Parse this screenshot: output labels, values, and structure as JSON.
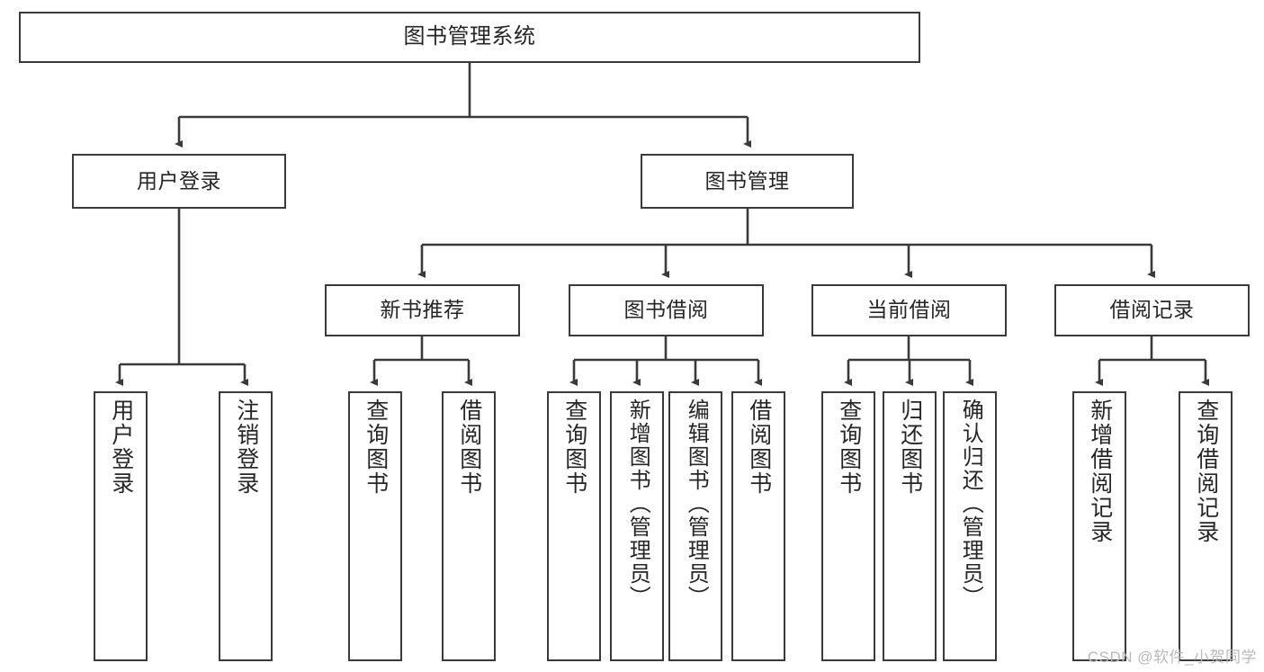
{
  "diagram": {
    "type": "tree-hierarchy",
    "title": "图书管理系统",
    "orientation": "top-down",
    "colors": {
      "box_border": "#3a3a3a",
      "box_fill": "#ffffff",
      "edge": "#3a3a3a",
      "text": "#262626",
      "watermark": "#b9b9b9"
    },
    "root": {
      "label": "图书管理系统"
    },
    "level1": [
      {
        "label": "用户登录"
      },
      {
        "label": "图书管理"
      }
    ],
    "level2": [
      {
        "label": "新书推荐"
      },
      {
        "label": "图书借阅"
      },
      {
        "label": "当前借阅"
      },
      {
        "label": "借阅记录"
      }
    ],
    "leaves": {
      "user_login": [
        {
          "label": "用户登录"
        },
        {
          "label": "注销登录"
        }
      ],
      "new_book_recommend": [
        {
          "label": "查询图书"
        },
        {
          "label": "借阅图书"
        }
      ],
      "book_borrow": [
        {
          "label": "查询图书"
        },
        {
          "label": "新增图书（管理员）"
        },
        {
          "label": "编辑图书（管理员）"
        },
        {
          "label": "借阅图书"
        }
      ],
      "current_borrow": [
        {
          "label": "查询图书"
        },
        {
          "label": "归还图书"
        },
        {
          "label": "确认归还（管理员）"
        }
      ],
      "borrow_record": [
        {
          "label": "新增借阅记录"
        },
        {
          "label": "查询借阅记录"
        }
      ]
    }
  },
  "watermark": {
    "text": "CSDN @软件_小贺同学"
  }
}
